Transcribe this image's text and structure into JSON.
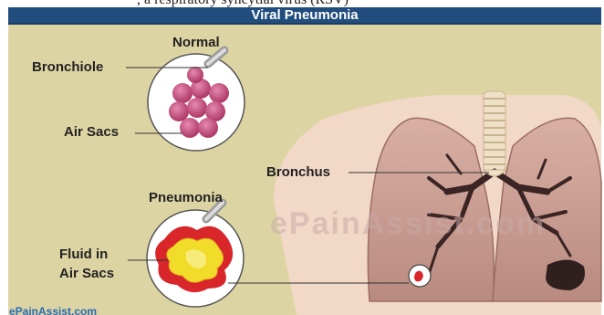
{
  "header": {
    "cut_text": ", a respiratory syncytial virus (RSV)",
    "title": "Viral Pneumonia"
  },
  "labels": {
    "normal": "Normal",
    "bronchiole": "Bronchiole",
    "air_sacs": "Air Sacs",
    "pneumonia": "Pneumonia",
    "fluid_in": "Fluid in",
    "air_sacs_2": "Air Sacs",
    "bronchus": "Bronchus"
  },
  "watermark": "ePainAssist.com",
  "brand": "ePainAssist.com",
  "colors": {
    "title_bar": "#214d7e",
    "panel": "#ddd4a4",
    "skin": "#f2d8c6",
    "lung": "#c89c8f",
    "air_sac": "#c4467c",
    "fluid": "#f2dc2a",
    "inflamed": "#d8262a"
  }
}
